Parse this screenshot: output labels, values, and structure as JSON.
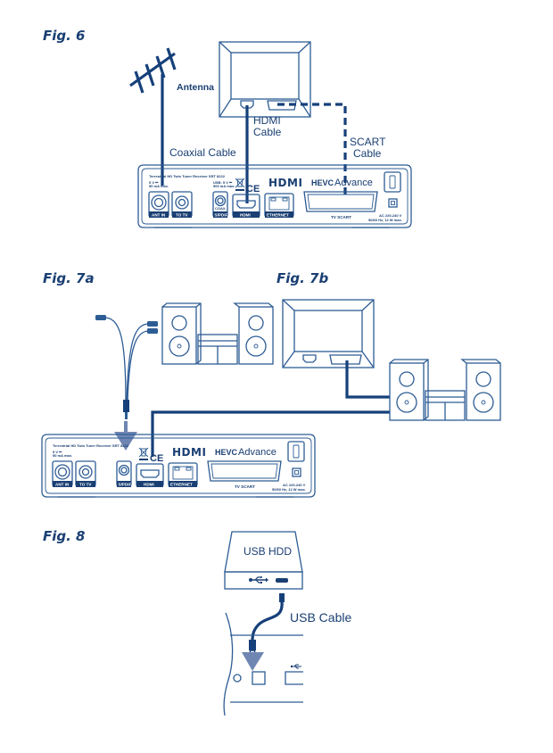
{
  "colors": {
    "primary": "#1a3f73",
    "line": "#2d5c94",
    "arrow": "#6f86b3",
    "background": "#ffffff"
  },
  "figures": {
    "fig6": {
      "title": "Fig. 6",
      "labels": {
        "antenna": "Antenna",
        "coaxial": "Coaxial Cable",
        "hdmi_line1": "HDMI",
        "hdmi_line2": "Cable",
        "scart_line1": "SCART",
        "scart_line2": "Cable"
      }
    },
    "fig7a": {
      "title": "Fig. 7a"
    },
    "fig7b": {
      "title": "Fig. 7b"
    },
    "fig8": {
      "title": "Fig. 8",
      "labels": {
        "usb_hdd": "USB HDD",
        "usb_cable": "USB Cable",
        "usb_symbol": "⭠"
      }
    }
  },
  "receiver": {
    "model_text": "Terrestrial HD Twin Tuner Receiver SRT 8222",
    "ant_spec_line1": "5 V ⎓",
    "ant_spec_line2": "50 mA max.",
    "usb_spec_line1": "USB: 5 V ⎓",
    "usb_spec_line2": "500 mA max.",
    "coax_label": "COAX.",
    "ports": {
      "ant_in": "ANT IN",
      "to_tv": "TO TV",
      "spdif": "S/PDIF",
      "hdmi": "HDMI",
      "ethernet": "ETHERNET",
      "tv_scart": "TV SCART"
    },
    "logos": {
      "hdmi": "HDMI",
      "hevc": "HEVC",
      "advance": "Advance",
      "ce": "CE"
    },
    "power_line1": "AC 220-240 V",
    "power_line2": "50/60 Hz, 12 W max."
  }
}
